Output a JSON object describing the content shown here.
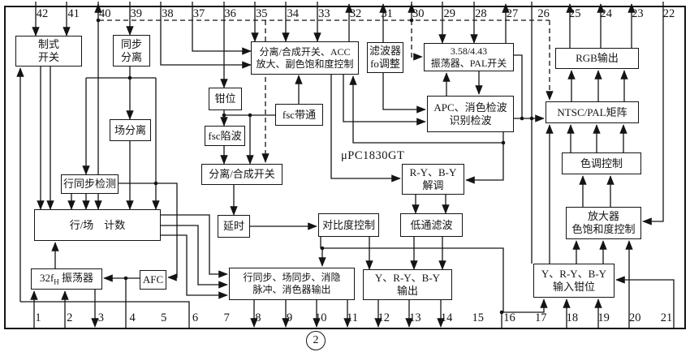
{
  "figure": {
    "number": "2",
    "chip_label": "μPC1830GT"
  },
  "colors": {
    "ink": "#141414",
    "background": "#ffffff"
  },
  "pins": {
    "top": [
      "42",
      "41",
      "40",
      "39",
      "38",
      "37",
      "36",
      "35",
      "34",
      "33",
      "32",
      "31",
      "30",
      "29",
      "28",
      "27",
      "26",
      "25",
      "24",
      "23",
      "22"
    ],
    "bottom": [
      "1",
      "2",
      "3",
      "4",
      "5",
      "6",
      "7",
      "8",
      "9",
      "10",
      "11",
      "12",
      "13",
      "14",
      "15",
      "16",
      "17",
      "18",
      "19",
      "20",
      "21"
    ]
  },
  "blocks": [
    {
      "id": "sys-switch",
      "lines": [
        "制式",
        "开关"
      ]
    },
    {
      "id": "sync-sep",
      "lines": [
        "同步",
        "分离"
      ]
    },
    {
      "id": "field-sep",
      "lines": [
        "场分离"
      ]
    },
    {
      "id": "hsync-detect",
      "lines": [
        "行同步检测"
      ]
    },
    {
      "id": "counter",
      "lines": [
        "行/场　计数"
      ]
    },
    {
      "id": "osc32",
      "pre": "32f",
      "sub": "H",
      "post": " 振荡器"
    },
    {
      "id": "afc",
      "lines": [
        "AFC"
      ]
    },
    {
      "id": "clamp",
      "lines": [
        "钳位"
      ]
    },
    {
      "id": "fsc-notch",
      "lines": [
        "fsc陷波"
      ]
    },
    {
      "id": "fsc-bandpass",
      "lines": [
        "fsc带通"
      ]
    },
    {
      "id": "sep-comp-switch",
      "lines": [
        "分离/合成开关"
      ]
    },
    {
      "id": "delay",
      "lines": [
        "延时"
      ]
    },
    {
      "id": "acc",
      "lines": [
        "分离/合成开关、ACC",
        "放大、副色饱和度控制"
      ]
    },
    {
      "id": "filter-fo",
      "lines": [
        "滤波器",
        "fo调整"
      ]
    },
    {
      "id": "osc-pal",
      "lines": [
        "3.58/4.43",
        "振荡器、PAL开关"
      ]
    },
    {
      "id": "apc",
      "lines": [
        "APC、消色检波",
        "识别检波"
      ]
    },
    {
      "id": "demod",
      "lines": [
        "R-Y、B-Y",
        "解调"
      ]
    },
    {
      "id": "contrast",
      "lines": [
        "对比度控制"
      ]
    },
    {
      "id": "lowpass",
      "lines": [
        "低通滤波"
      ]
    },
    {
      "id": "sync-out",
      "lines": [
        "行同步、场同步、消隐",
        "脉冲、消色器输出"
      ]
    },
    {
      "id": "yuv-out",
      "lines": [
        "Y、R-Y、B-Y",
        "输出"
      ]
    },
    {
      "id": "rgb-out",
      "lines": [
        "RGB输出"
      ]
    },
    {
      "id": "matrix",
      "lines": [
        "NTSC/PAL矩阵"
      ]
    },
    {
      "id": "hue",
      "lines": [
        "色调控制"
      ]
    },
    {
      "id": "amp-sat",
      "lines": [
        "放大器",
        "色饱和度控制"
      ]
    },
    {
      "id": "input-clamp",
      "lines": [
        "Y、R-Y、B-Y",
        "输入钳位"
      ]
    }
  ]
}
